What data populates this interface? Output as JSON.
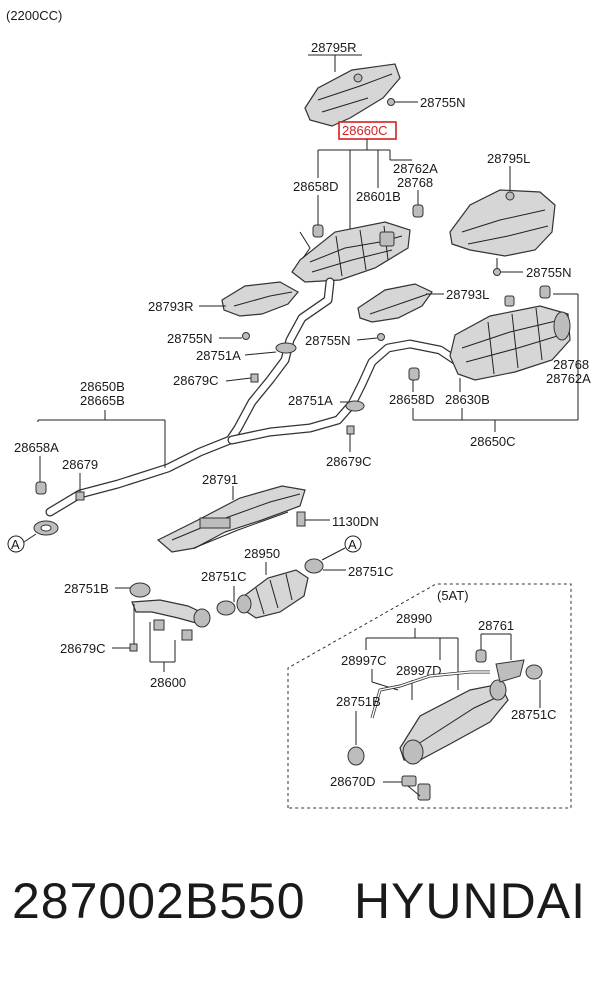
{
  "diagram": {
    "engine_label": "(2200CC)",
    "highlight_color": "#d42020",
    "parts": {
      "p28795R": "28795R",
      "p28755N_top": "28755N",
      "p28660C": "28660C",
      "p28762A_top": "28762A",
      "p28768_top": "28768",
      "p28658D_top": "28658D",
      "p28601B": "28601B",
      "p28795L": "28795L",
      "p28755N_right": "28755N",
      "p28793R": "28793R",
      "p28793L": "28793L",
      "p28755N_left": "28755N",
      "p28755N_mid": "28755N",
      "p28751A_left": "28751A",
      "p28679C_left": "28679C",
      "p28650B": "28650B",
      "p28665B": "28665B",
      "p28751A_mid": "28751A",
      "p28768_right": "28768",
      "p28762A_right": "28762A",
      "p28658D_right": "28658D",
      "p28630B": "28630B",
      "p28650C": "28650C",
      "p28658A": "28658A",
      "p28679": "28679",
      "p28679C_mid": "28679C",
      "p28791": "28791",
      "p1130DN": "1130DN",
      "p28950": "28950",
      "p28751C_left": "28751C",
      "p28751C_right": "28751C",
      "p28751B_left": "28751B",
      "p28679C_bottom": "28679C",
      "p28600": "28600",
      "marker_a1": "A",
      "marker_a2": "A"
    },
    "inset": {
      "title": "(5AT)",
      "p28990": "28990",
      "p28761": "28761",
      "p28997C": "28997C",
      "p28997D": "28997D",
      "p28751B": "28751B",
      "p28751C": "28751C",
      "p28670D": "28670D"
    }
  },
  "footer": {
    "part_number": "287002B550",
    "brand": "HYUNDAI"
  }
}
